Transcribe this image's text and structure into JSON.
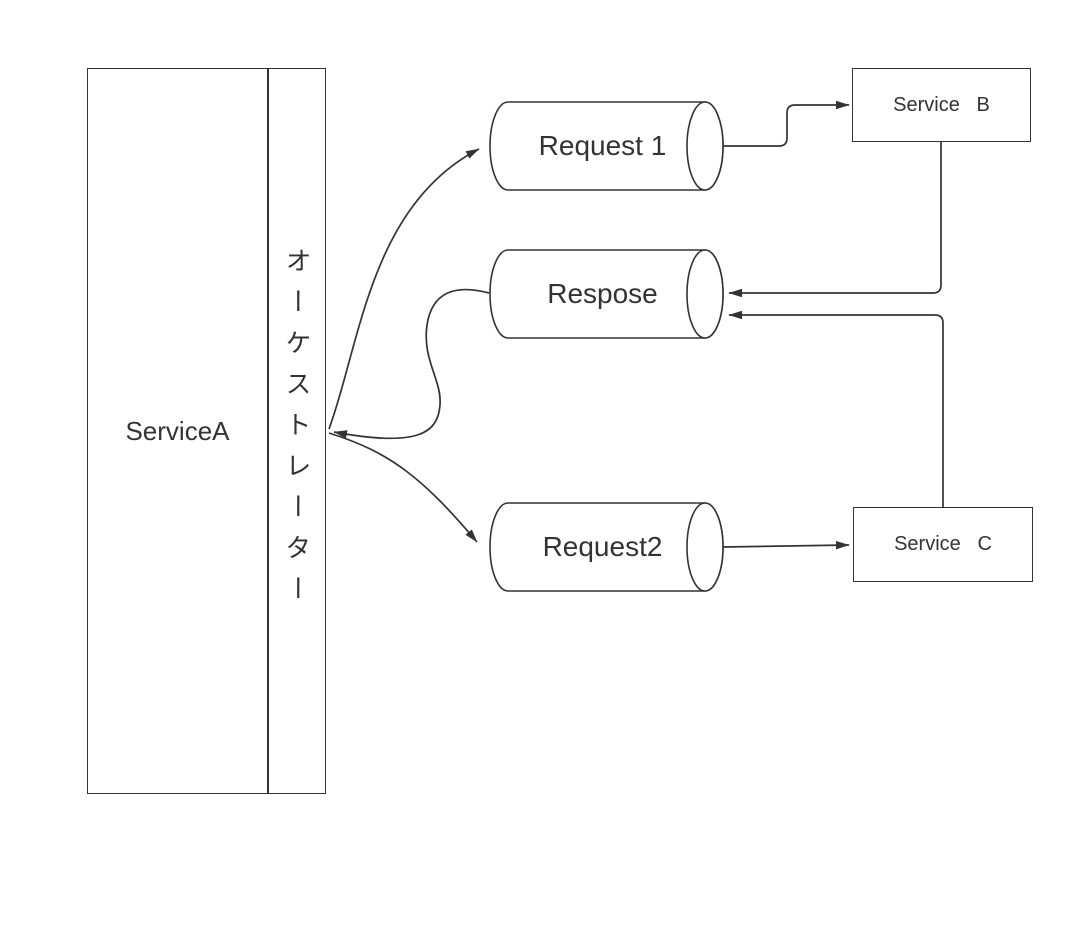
{
  "diagram": {
    "title": "service-orchestration-diagram",
    "service_a": {
      "label": "ServiceA"
    },
    "orchestrator": {
      "label": "オーケストレーター"
    },
    "queues": [
      {
        "id": "request1",
        "label": "Request 1"
      },
      {
        "id": "respose",
        "label": "Respose"
      },
      {
        "id": "request2",
        "label": "Request2"
      }
    ],
    "services": [
      {
        "id": "service-b",
        "label": "Service   B"
      },
      {
        "id": "service-c",
        "label": "Service   C"
      }
    ],
    "connectors": [
      {
        "id": "orchestrator-to-request1",
        "from": "orchestrator",
        "to": "request1"
      },
      {
        "id": "respose-to-orchestrator",
        "from": "respose",
        "to": "orchestrator"
      },
      {
        "id": "orchestrator-to-request2",
        "from": "orchestrator",
        "to": "request2"
      },
      {
        "id": "request1-to-service-b",
        "from": "request1",
        "to": "service-b"
      },
      {
        "id": "service-b-to-respose",
        "from": "service-b",
        "to": "respose"
      },
      {
        "id": "service-c-to-respose",
        "from": "service-c",
        "to": "respose"
      },
      {
        "id": "request2-to-service-c",
        "from": "request2",
        "to": "service-c"
      }
    ],
    "colors": {
      "stroke": "#333333",
      "text": "#333333",
      "background": "#ffffff"
    }
  }
}
